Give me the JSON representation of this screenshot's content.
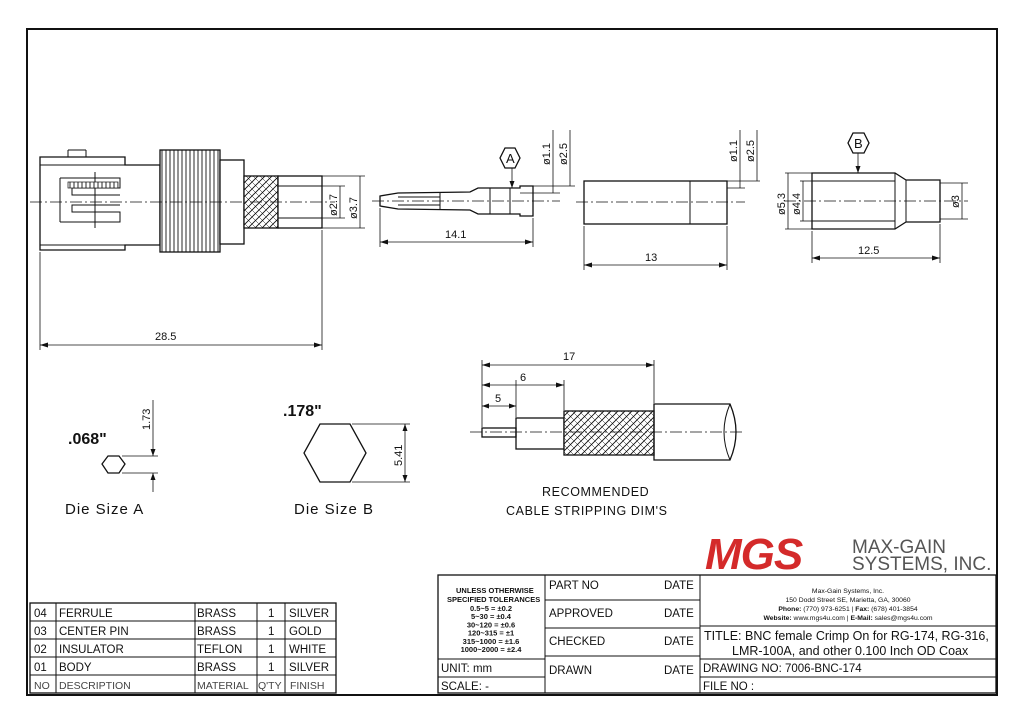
{
  "drawing": {
    "dimensions": {
      "overall_length": "28.5",
      "d_27": "ø2.7",
      "d_37": "ø3.7",
      "pin_length": "14.1",
      "pin_d11": "ø1.1",
      "pin_d25": "ø2.5",
      "insulator_length": "13",
      "ins_d11": "ø1.1",
      "ins_d25": "ø2.5",
      "ferrule_length": "12.5",
      "fer_d53": "ø5.3",
      "fer_d44": "ø4.4",
      "fer_d3": "ø3",
      "strip_17": "17",
      "strip_6": "6",
      "strip_5": "5"
    },
    "callouts": {
      "a": "A",
      "b": "B"
    },
    "die_a": {
      "size_in": ".068\"",
      "dim": "1.73",
      "label": "Die Size A"
    },
    "die_b": {
      "size_in": ".178\"",
      "dim": "5.41",
      "label": "Die Size B"
    },
    "stripping": {
      "line1": "RECOMMENDED",
      "line2": "CABLE STRIPPING DIM'S"
    }
  },
  "logo": {
    "mark": "MGS",
    "name_line1": "MAX-GAIN",
    "name_line2": "SYSTEMS, INC.",
    "mark_color": "#d42a2a",
    "name_color": "#555555"
  },
  "company": {
    "name": "Max-Gain Systems, Inc.",
    "address": "150 Dodd Street SE, Marietta, GA, 30060",
    "phone_label": "Phone:",
    "phone": "(770) 973-6251",
    "fax_label": "Fax:",
    "fax": "(678) 401-3854",
    "web_label": "Website:",
    "web": "www.mgs4u.com",
    "email_label": "E-Mail:",
    "email": "sales@mgs4u.com"
  },
  "bom": {
    "rows": [
      {
        "no": "04",
        "description": "FERRULE",
        "material": "BRASS",
        "qty": "1",
        "finish": "SILVER"
      },
      {
        "no": "03",
        "description": "CENTER PIN",
        "material": "BRASS",
        "qty": "1",
        "finish": "GOLD"
      },
      {
        "no": "02",
        "description": "INSULATOR",
        "material": "TEFLON",
        "qty": "1",
        "finish": "WHITE"
      },
      {
        "no": "01",
        "description": "BODY",
        "material": "BRASS",
        "qty": "1",
        "finish": "SILVER"
      }
    ],
    "header": {
      "no": "NO",
      "description": "DESCRIPTION",
      "material": "MATERIAL",
      "qty": "Q'TY",
      "finish": "FINISH"
    }
  },
  "tolerances": {
    "title1": "UNLESS OTHERWISE",
    "title2": "SPECIFIED TOLERANCES",
    "lines": [
      "0.5~5 = ±0.2",
      "5~30 = ±0.4",
      "30~120 = ±0.6",
      "120~315 = ±1",
      "315~1000 = ±1.6",
      "1000~2000 = ±2.4"
    ]
  },
  "title_block": {
    "unit": "UNIT:  mm",
    "scale": "SCALE:  -",
    "part_no": "PART  NO",
    "approved": "APPROVED",
    "checked": "CHECKED",
    "drawn": "DRAWN",
    "date": "DATE",
    "title_line1": "TITLE: BNC female Crimp On for RG-174, RG-316,",
    "title_line2": "LMR-100A, and other 0.100 Inch OD Coax",
    "drawing_no": "DRAWING  NO: 7006-BNC-174",
    "file_no": "FILE  NO  :"
  }
}
